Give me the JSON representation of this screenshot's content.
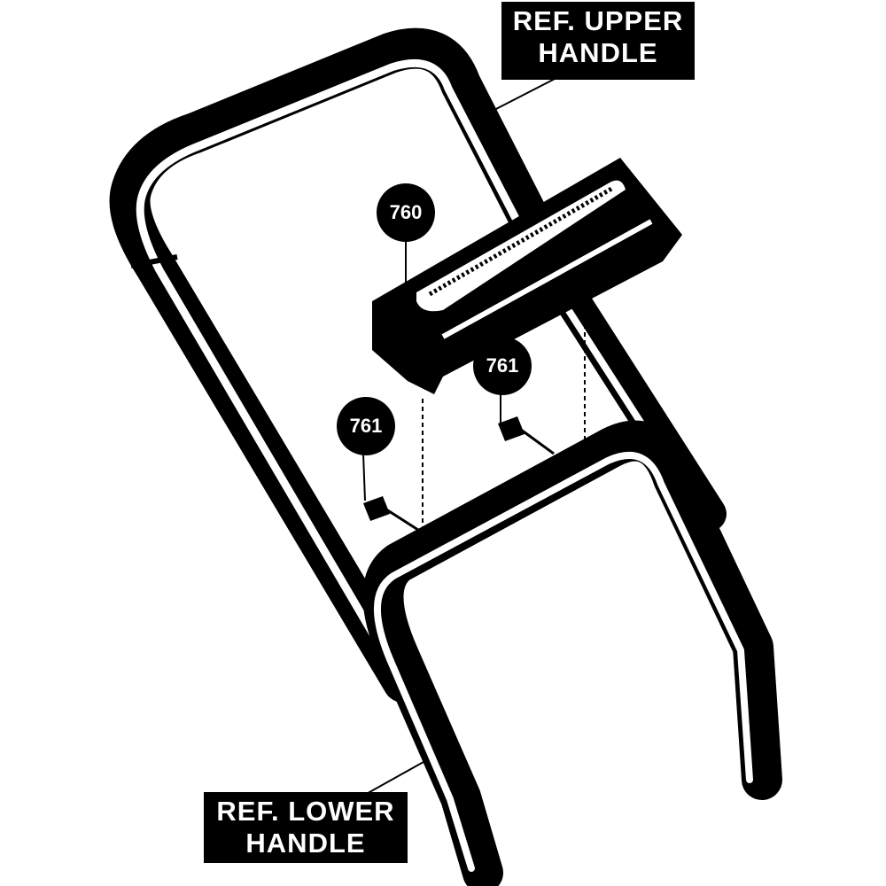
{
  "labels": {
    "upper_handle": {
      "line1": "REF. UPPER",
      "line2": "HANDLE"
    },
    "lower_handle": {
      "line1": "REF. LOWER",
      "line2": "HANDLE"
    }
  },
  "callouts": {
    "grip": "760",
    "screw_right": "761",
    "screw_left": "761"
  },
  "colors": {
    "ink": "#000000",
    "paper": "#ffffff"
  }
}
